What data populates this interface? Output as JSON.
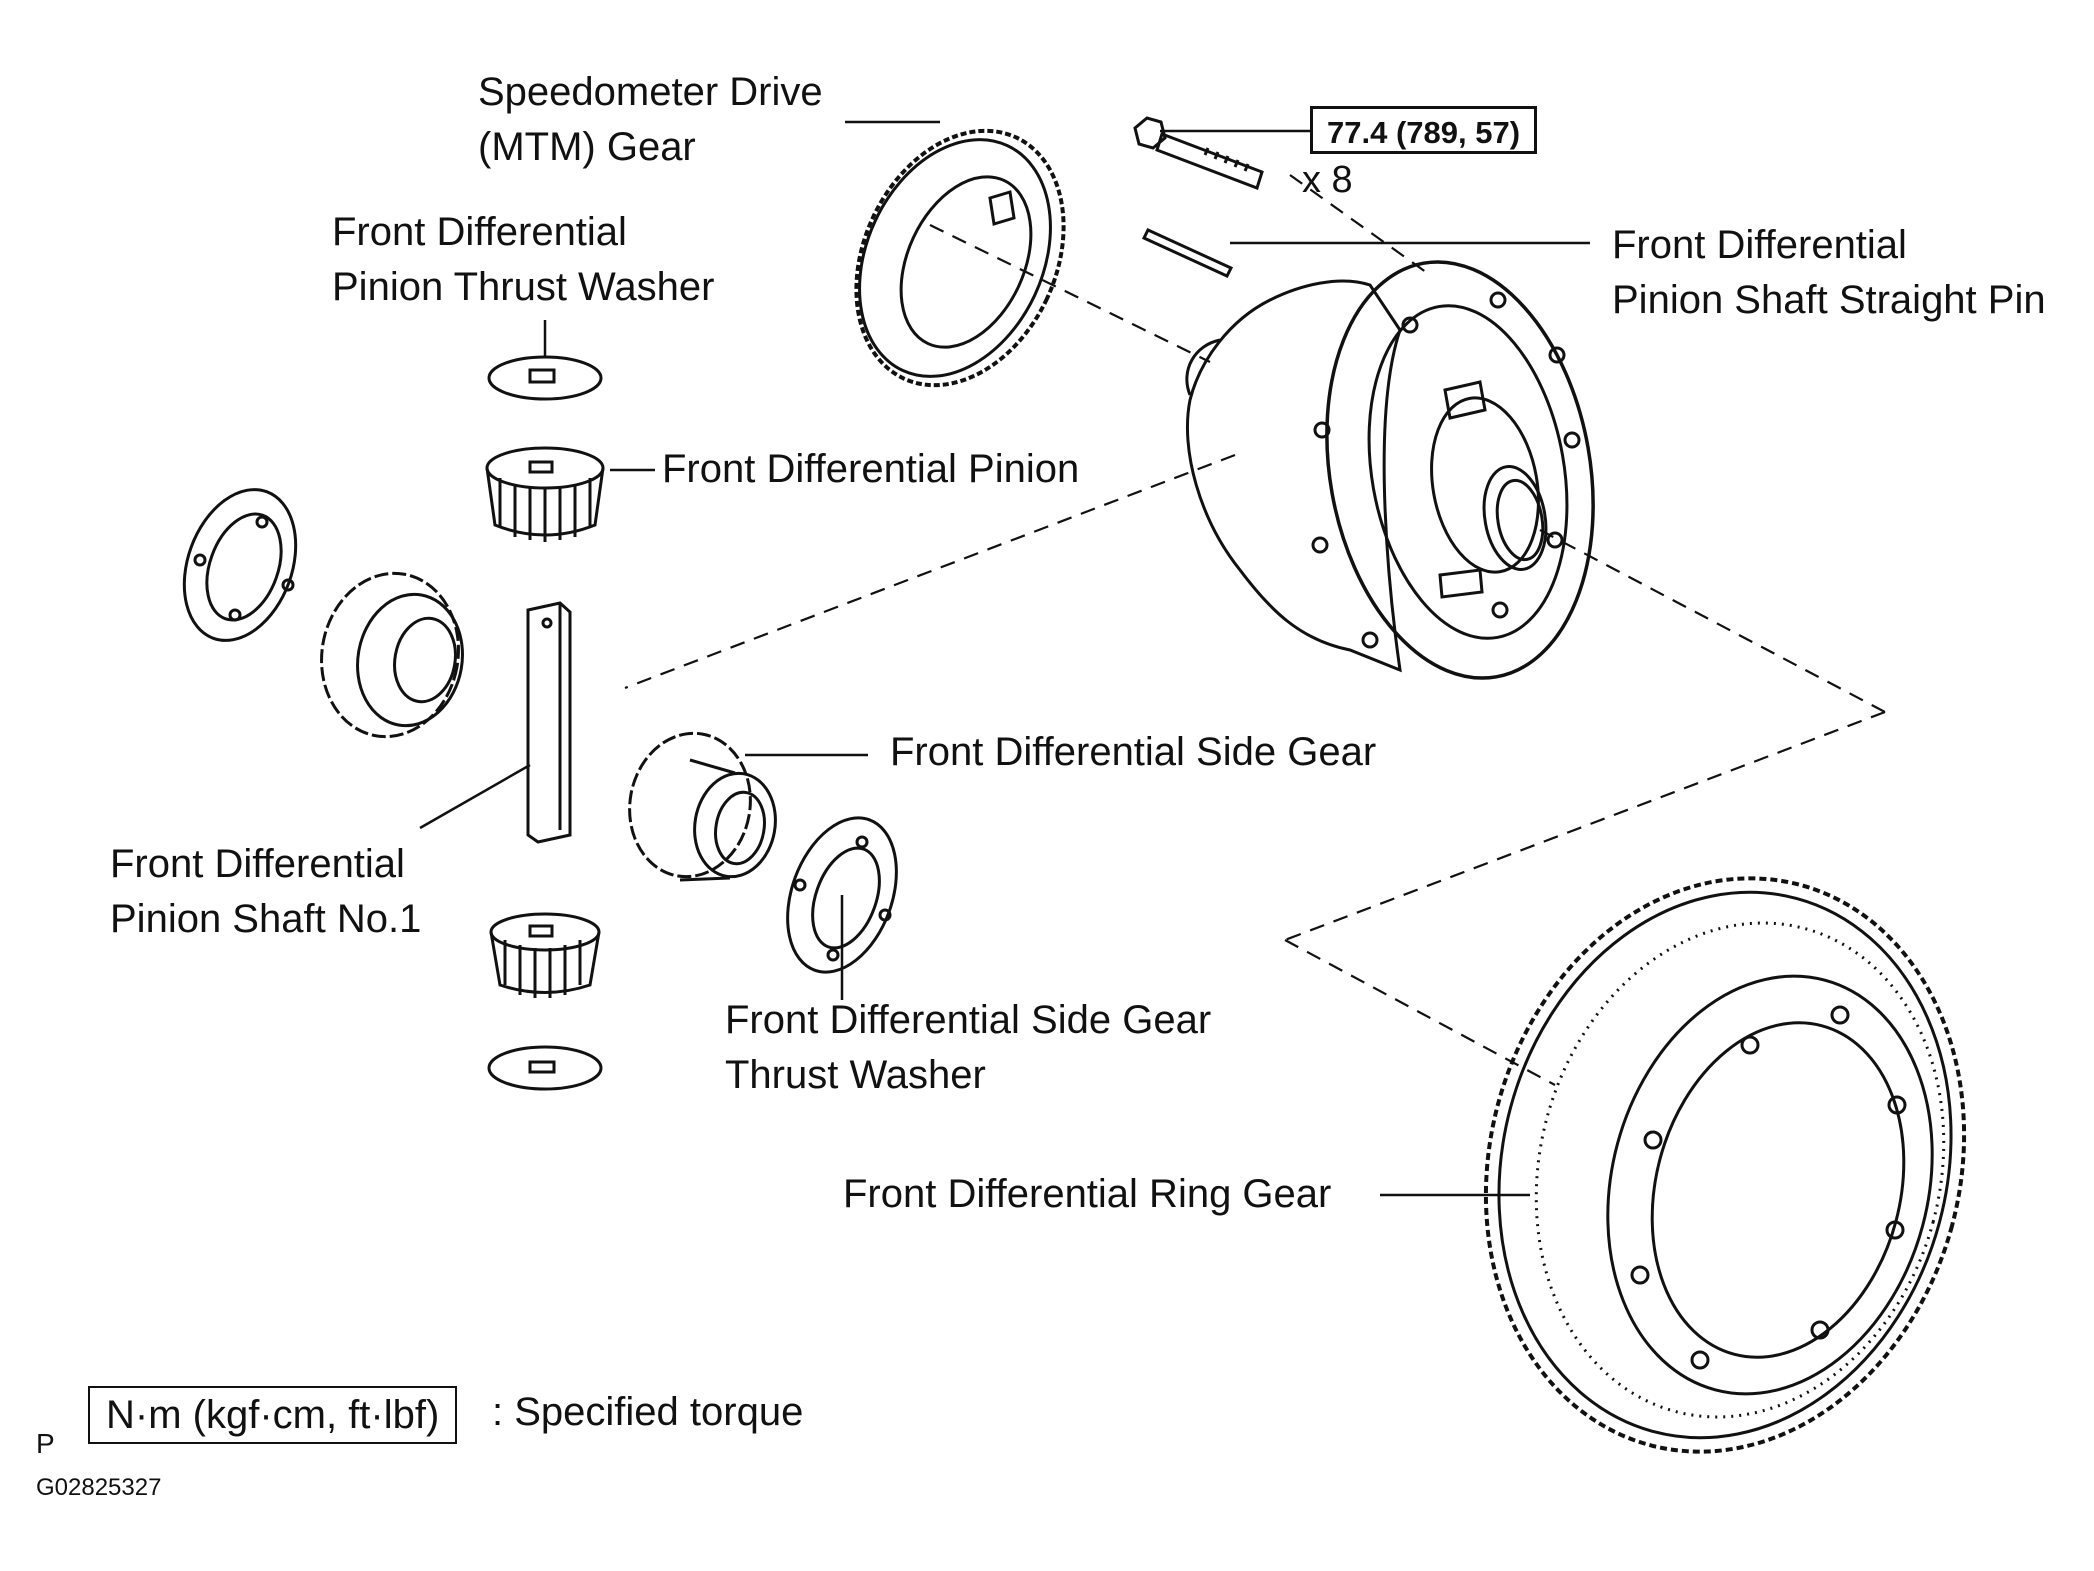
{
  "labels": {
    "speedometer_gear": [
      "Speedometer Drive",
      "(MTM) Gear"
    ],
    "pinion_thrust_washer": [
      "Front Differential",
      "Pinion Thrust Washer"
    ],
    "pinion": "Front Differential Pinion",
    "pinion_shaft_pin": [
      "Front Differential",
      "Pinion Shaft Straight Pin"
    ],
    "side_gear": "Front Differential Side Gear",
    "pinion_shaft": [
      "Front Differential",
      "Pinion Shaft No.1"
    ],
    "side_gear_thrust_washer": [
      "Front Differential Side Gear",
      "Thrust Washer"
    ],
    "ring_gear": "Front Differential Ring Gear"
  },
  "torque": {
    "value": "77.4 (789, 57)",
    "count": "x 8"
  },
  "legend": {
    "unit": "N·m (kgf·cm, ft·lbf)",
    "description": ": Specified torque"
  },
  "footer": {
    "page_mark": "P",
    "figure_id": "G02825327"
  }
}
